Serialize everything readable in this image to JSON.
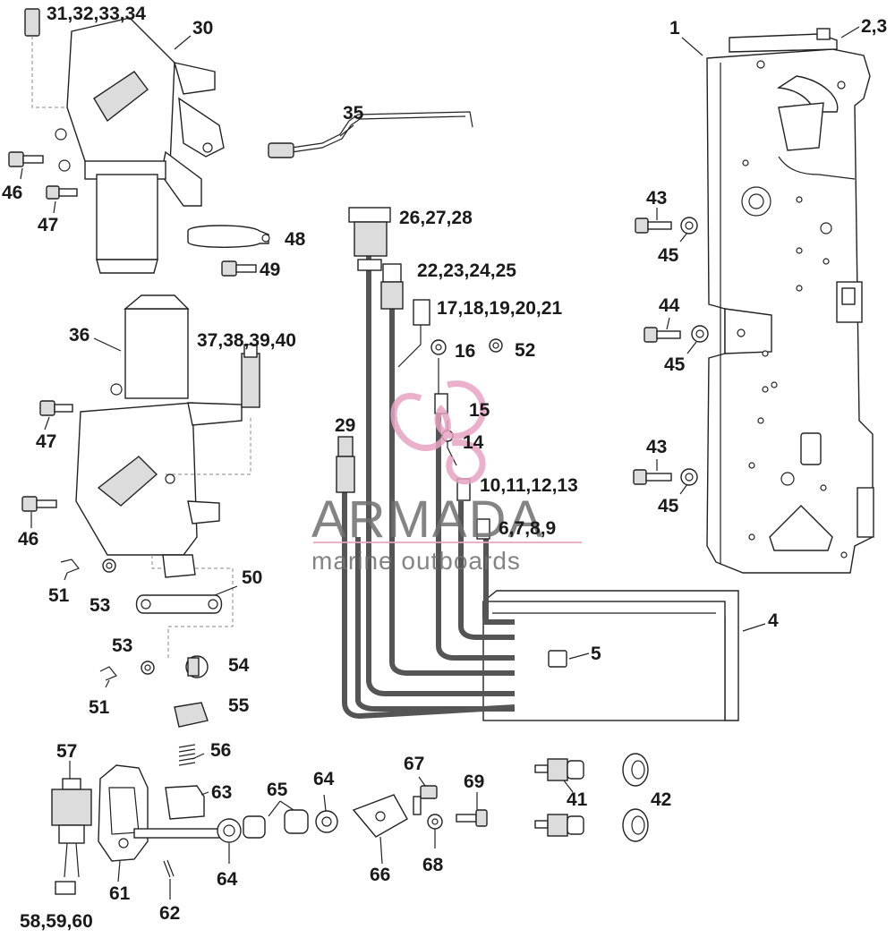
{
  "labels": {
    "l1": "1",
    "l2_3": "2,3",
    "l4": "4",
    "l5": "5",
    "l6_9": "6,7,8,9",
    "l10_13": "10,11,12,13",
    "l14": "14",
    "l15": "15",
    "l16": "16",
    "l17_21": "17,18,19,20,21",
    "l22_25": "22,23,24,25",
    "l26_28": "26,27,28",
    "l29": "29",
    "l30": "30",
    "l31_34": "31,32,33,34",
    "l35": "35",
    "l36": "36",
    "l37_40": "37,38,39,40",
    "l41": "41",
    "l42": "42",
    "l43a": "43",
    "l43b": "43",
    "l44": "44",
    "l45a": "45",
    "l45b": "45",
    "l45c": "45",
    "l46a": "46",
    "l46b": "46",
    "l47a": "47",
    "l47b": "47",
    "l48": "48",
    "l49": "49",
    "l50": "50",
    "l51a": "51",
    "l51b": "51",
    "l52": "52",
    "l53a": "53",
    "l53b": "53",
    "l54": "54",
    "l55": "55",
    "l56": "56",
    "l57": "57",
    "l58_60": "58,59,60",
    "l61": "61",
    "l62": "62",
    "l63": "63",
    "l64a": "64",
    "l64b": "64",
    "l65": "65",
    "l66": "66",
    "l67": "67",
    "l68": "68",
    "l69": "69"
  },
  "watermark": {
    "brand": "ARMADA",
    "tagline": "marine outboards",
    "logo_color": "#e8a3c3"
  }
}
